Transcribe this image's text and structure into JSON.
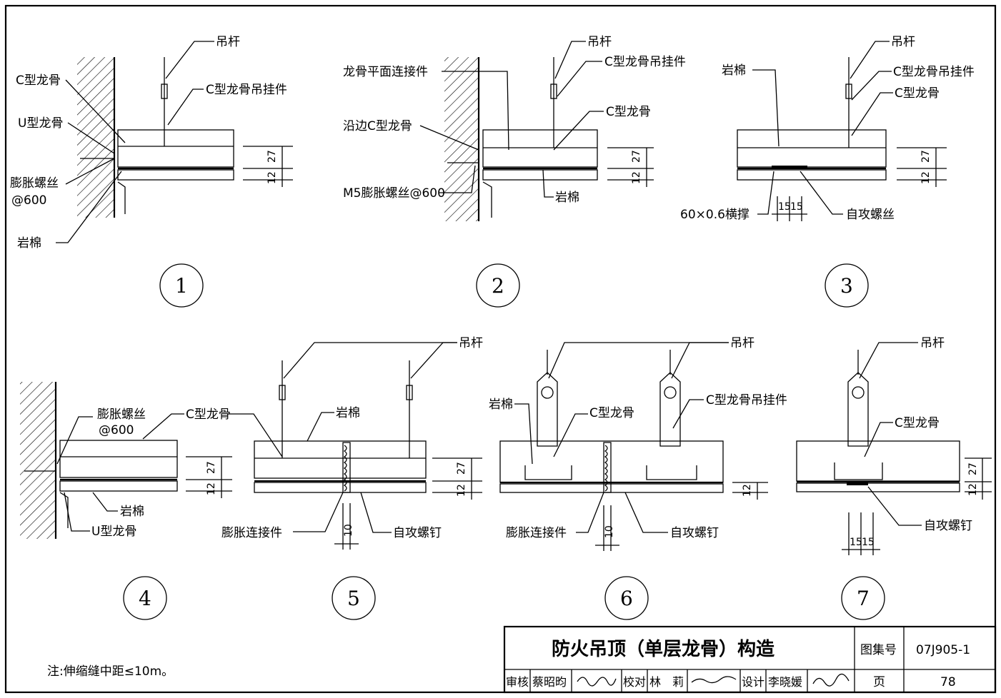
{
  "details": [
    {
      "number": "1",
      "labels": {
        "hanger_rod": "吊杆",
        "c_keel": "C型龙骨",
        "c_keel_hanger": "C型龙骨吊挂件",
        "u_keel": "U型龙骨",
        "expansion_bolt": "膨胀螺丝",
        "spacing": "@600",
        "rock_wool": "岩棉"
      },
      "dims": [
        "27",
        "12"
      ]
    },
    {
      "number": "2",
      "labels": {
        "hanger_rod": "吊杆",
        "keel_plane_connector": "龙骨平面连接件",
        "c_keel_hanger": "C型龙骨吊挂件",
        "edge_c_keel": "沿边C型龙骨",
        "c_keel": "C型龙骨",
        "m5_bolt": "M5膨胀螺丝@600",
        "rock_wool": "岩棉"
      },
      "dims": [
        "27",
        "12"
      ]
    },
    {
      "number": "3",
      "labels": {
        "rock_wool": "岩棉",
        "hanger_rod": "吊杆",
        "c_keel_hanger": "C型龙骨吊挂件",
        "c_keel": "C型龙骨",
        "cross_brace": "60×0.6横撑",
        "self_tapping_screw": "自攻螺丝"
      },
      "dims": [
        "27",
        "12",
        "15",
        "15"
      ]
    },
    {
      "number": "4",
      "labels": {
        "expansion_bolt": "膨胀螺丝",
        "spacing": "@600",
        "c_keel": "C型龙骨",
        "rock_wool": "岩棉",
        "u_keel": "U型龙骨"
      },
      "dims": [
        "27",
        "12"
      ]
    },
    {
      "number": "5",
      "labels": {
        "hanger_rod": "吊杆",
        "c_keel": "C型龙骨",
        "rock_wool": "岩棉",
        "expansion_connector": "膨胀连接件",
        "self_tapping_nail": "自攻螺钉"
      },
      "dims": [
        "27",
        "12",
        "10"
      ]
    },
    {
      "number": "6",
      "labels": {
        "hanger_rod": "吊杆",
        "rock_wool": "岩棉",
        "c_keel": "C型龙骨",
        "c_keel_hanger": "C型龙骨吊挂件",
        "expansion_connector": "膨胀连接件",
        "self_tapping_nail": "自攻螺钉"
      },
      "dims": [
        "12",
        "10"
      ]
    },
    {
      "number": "7",
      "labels": {
        "hanger_rod": "吊杆",
        "c_keel": "C型龙骨",
        "self_tapping_nail": "自攻螺钉"
      },
      "dims": [
        "27",
        "12",
        "15",
        "15"
      ]
    }
  ],
  "note": "注:伸缩缝中距≤10m。",
  "title_block": {
    "title": "防火吊顶（单层龙骨）构造",
    "atlas_label": "图集号",
    "atlas_no": "07J905-1",
    "review_label": "审核",
    "reviewer": "蔡昭昀",
    "check_label": "校对",
    "checker": "林　莉",
    "design_label": "设计",
    "designer": "李晓媛",
    "page_label": "页",
    "page_no": "78"
  }
}
